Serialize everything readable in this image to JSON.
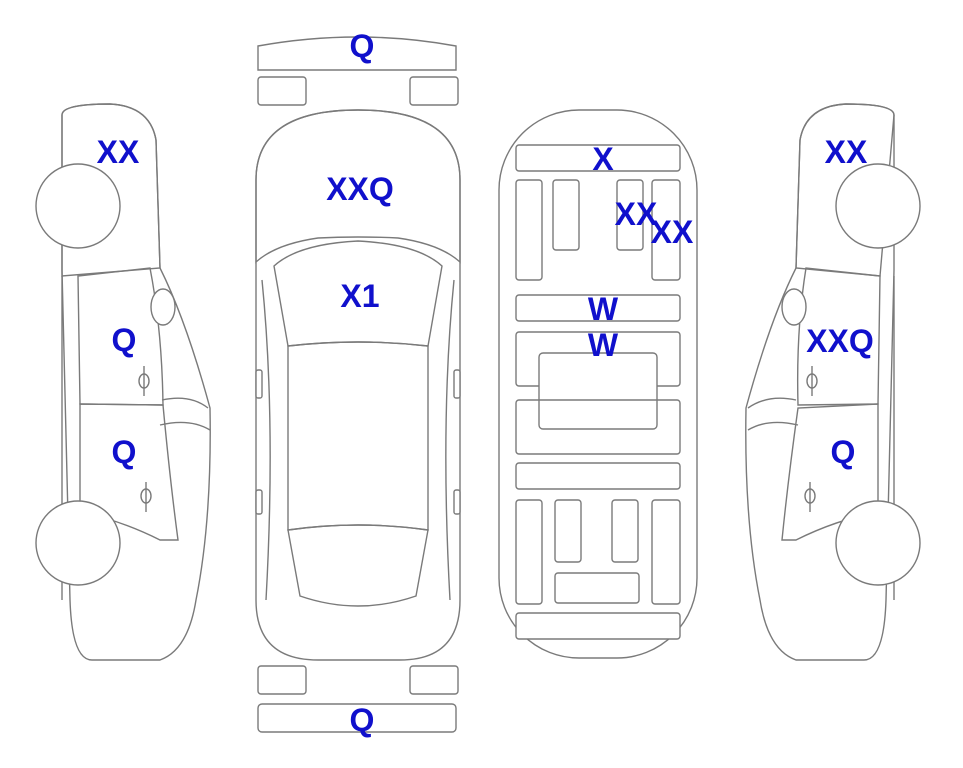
{
  "colors": {
    "damage_orange": "#f7a92c",
    "glass_blue": "#ddf2f8",
    "label_blue": "#1010cc",
    "outline": "#7a7a7a",
    "background": "#ffffff"
  },
  "labels": {
    "front_bumper": "Q",
    "rear_bumper": "Q",
    "hood": "XXQ",
    "windshield": "X1",
    "roof_front": "X",
    "roof_panel_1": "XX",
    "roof_panel_2": "XX",
    "roof_rear_1": "W",
    "roof_rear_2": "W",
    "left_front_fender": "XX",
    "left_front_door": "Q",
    "left_rear_door": "Q",
    "right_front_fender": "XX",
    "right_front_door": "XXQ",
    "right_rear_door": "Q"
  }
}
